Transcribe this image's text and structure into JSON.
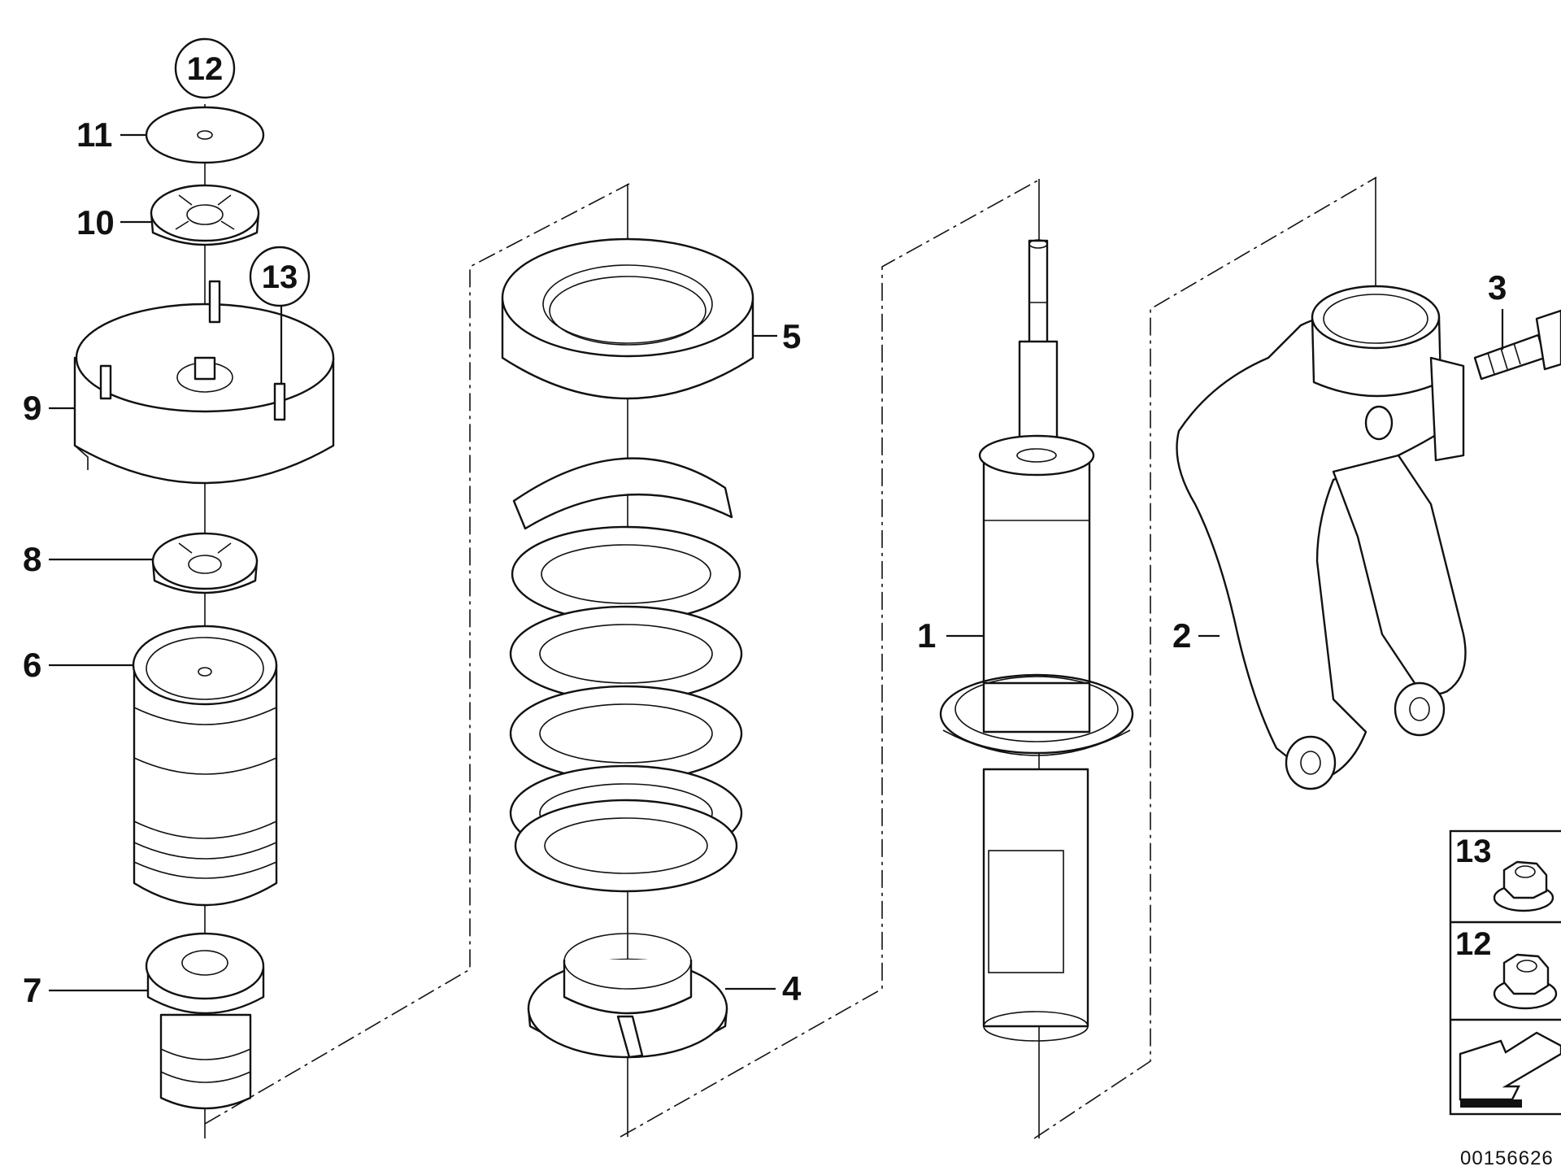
{
  "callouts": {
    "c1": "1",
    "c2": "2",
    "c3": "3",
    "c4": "4",
    "c5": "5",
    "c6": "6",
    "c7": "7",
    "c8": "8",
    "c9": "9",
    "c10": "10",
    "c11": "11",
    "c12": "12",
    "c13": "13"
  },
  "legend": {
    "item_13": "13",
    "item_12": "12"
  },
  "reference_number": "00156626"
}
